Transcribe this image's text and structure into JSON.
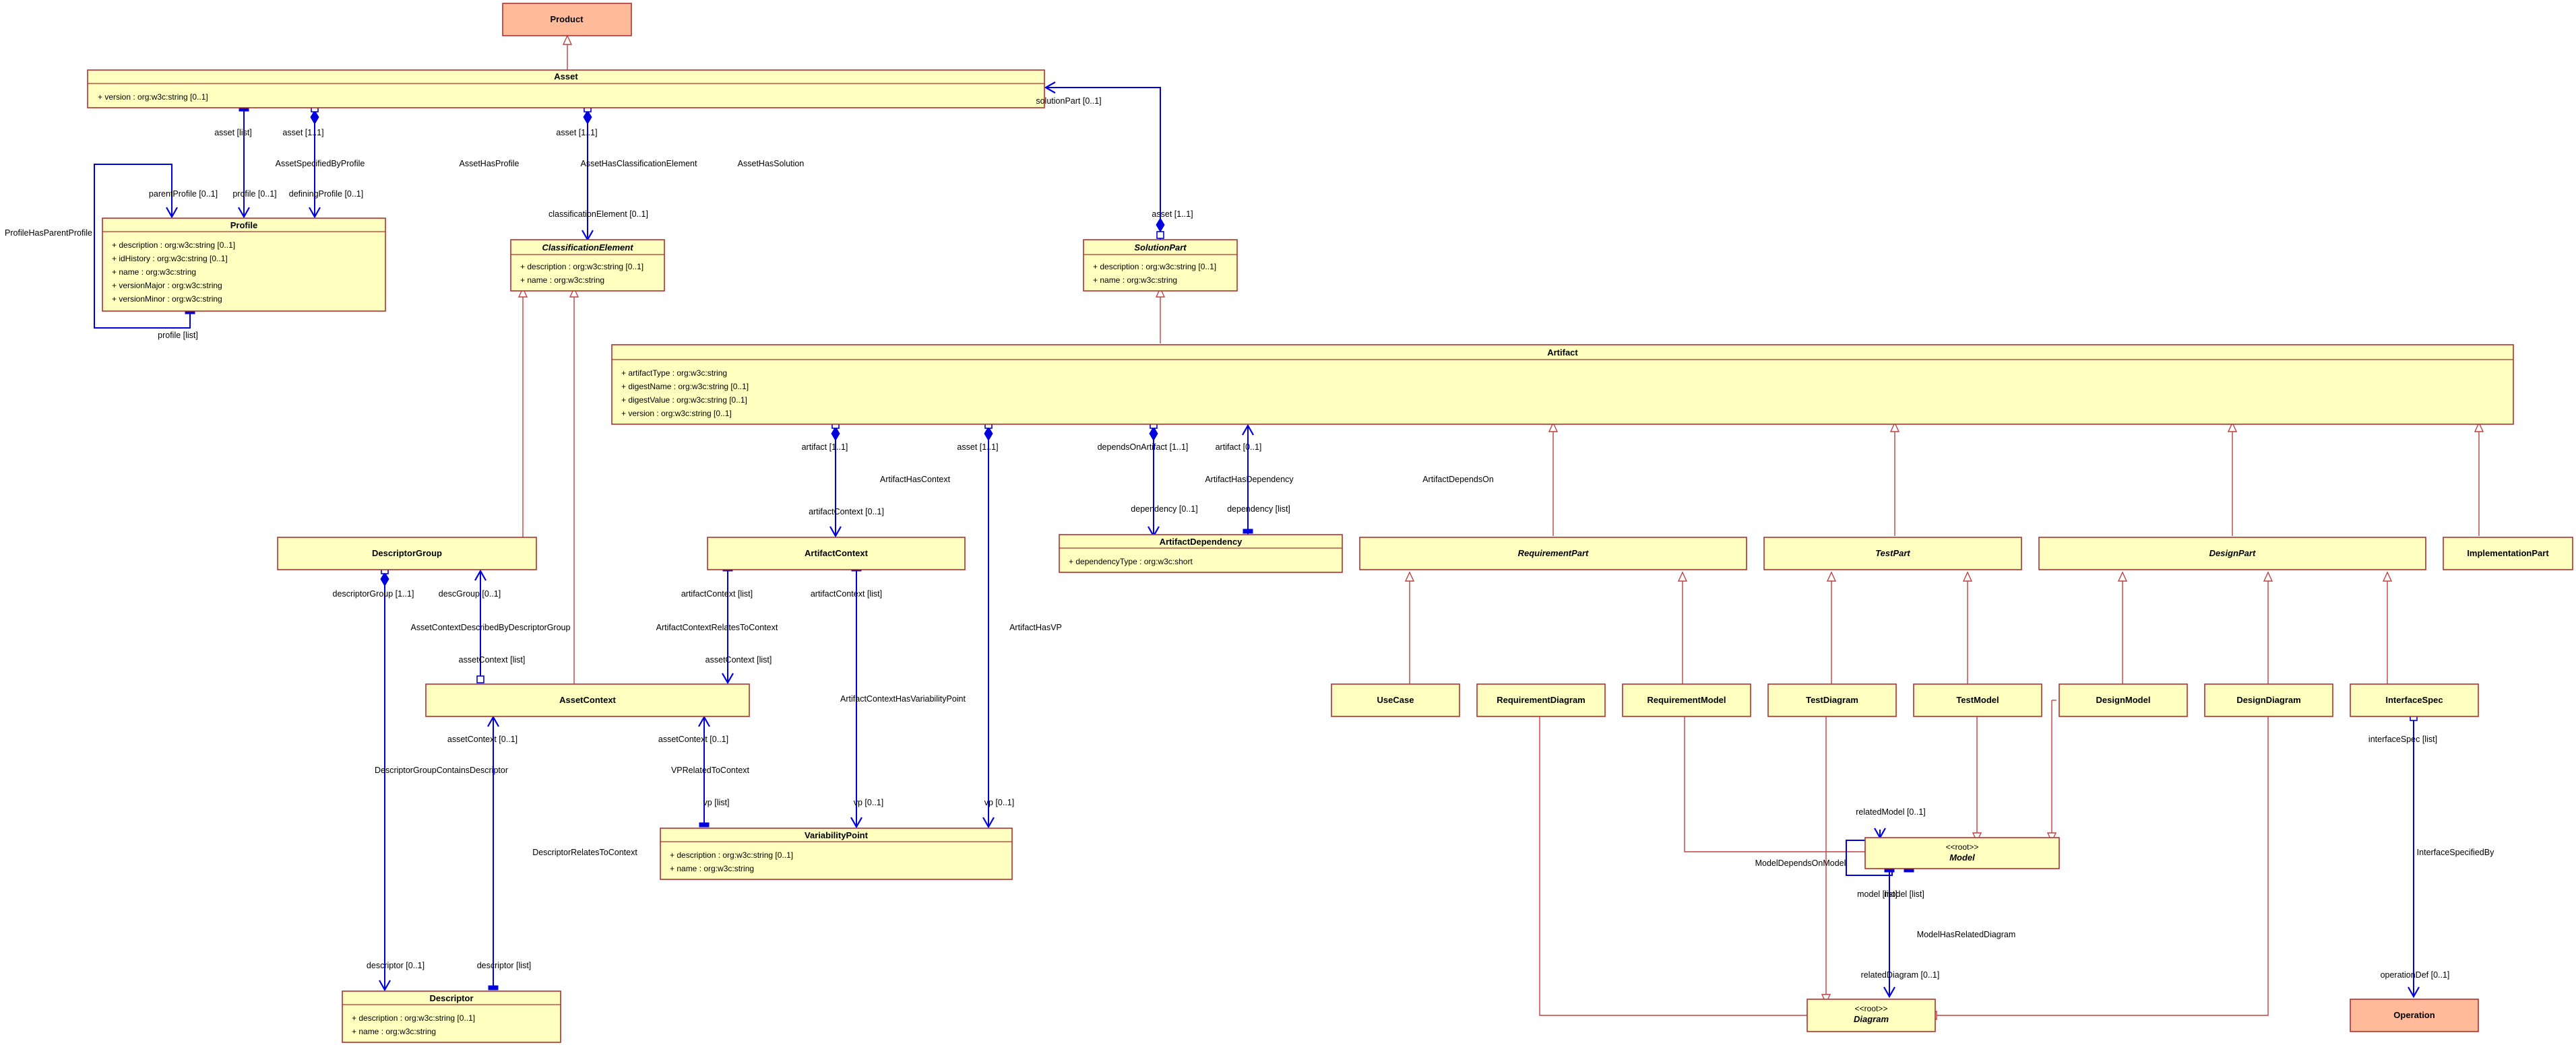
{
  "classes": {
    "product": {
      "name": "Product"
    },
    "asset": {
      "name": "Asset",
      "attrs": [
        "+ version : org:w3c:string [0..1]"
      ]
    },
    "profile": {
      "name": "Profile",
      "attrs": [
        "+ description : org:w3c:string [0..1]",
        "+ idHistory : org:w3c:string [0..1]",
        "+ name : org:w3c:string",
        "+ versionMajor : org:w3c:string",
        "+ versionMinor : org:w3c:string"
      ]
    },
    "classificationElement": {
      "name": "ClassificationElement",
      "attrs": [
        "+ description : org:w3c:string [0..1]",
        "+ name : org:w3c:string"
      ]
    },
    "solutionPart": {
      "name": "SolutionPart",
      "attrs": [
        "+ description : org:w3c:string [0..1]",
        "+ name : org:w3c:string"
      ]
    },
    "artifact": {
      "name": "Artifact",
      "attrs": [
        "+ artifactType : org:w3c:string",
        "+ digestName : org:w3c:string [0..1]",
        "+ digestValue : org:w3c:string [0..1]",
        "+ version : org:w3c:string [0..1]"
      ]
    },
    "descriptorGroup": {
      "name": "DescriptorGroup"
    },
    "artifactContext": {
      "name": "ArtifactContext"
    },
    "artifactDependency": {
      "name": "ArtifactDependency",
      "attrs": [
        "+ dependencyType : org:w3c:short"
      ]
    },
    "requirementPart": {
      "name": "RequirementPart"
    },
    "testPart": {
      "name": "TestPart"
    },
    "designPart": {
      "name": "DesignPart"
    },
    "implementationPart": {
      "name": "ImplementationPart"
    },
    "assetContext": {
      "name": "AssetContext"
    },
    "useCase": {
      "name": "UseCase"
    },
    "requirementDiagram": {
      "name": "RequirementDiagram"
    },
    "requirementModel": {
      "name": "RequirementModel"
    },
    "testDiagram": {
      "name": "TestDiagram"
    },
    "testModel": {
      "name": "TestModel"
    },
    "designModel": {
      "name": "DesignModel"
    },
    "designDiagram": {
      "name": "DesignDiagram"
    },
    "interfaceSpec": {
      "name": "InterfaceSpec"
    },
    "variabilityPoint": {
      "name": "VariabilityPoint",
      "attrs": [
        "+ description : org:w3c:string [0..1]",
        "+ name : org:w3c:string"
      ]
    },
    "model": {
      "name": "Model",
      "stereotype": "<<root>>"
    },
    "descriptor": {
      "name": "Descriptor",
      "attrs": [
        "+ description : org:w3c:string [0..1]",
        "+ name : org:w3c:string"
      ]
    },
    "diagram": {
      "name": "Diagram",
      "stereotype": "<<root>>"
    },
    "operation": {
      "name": "Operation"
    }
  },
  "associations": {
    "assetSpecifiedByProfile": "AssetSpecifiedByProfile",
    "assetHasProfile": "AssetHasProfile",
    "assetHasClassificationElement": "AssetHasClassificationElement",
    "assetHasSolution": "AssetHasSolution",
    "profileHasParentProfile": "ProfileHasParentProfile",
    "artifactHasContext": "ArtifactHasContext",
    "artifactHasDependency": "ArtifactHasDependency",
    "artifactDependsOn": "ArtifactDependsOn",
    "artifactHasVP": "ArtifactHasVP",
    "assetContextDescribedByDescriptorGroup": "AssetContextDescribedByDescriptorGroup",
    "artifactContextRelatesToContext": "ArtifactContextRelatesToContext",
    "artifactContextHasVariabilityPoint": "ArtifactContextHasVariabilityPoint",
    "descriptorGroupContainsDescriptor": "DescriptorGroupContainsDescriptor",
    "vpRelatedToContext": "VPRelatedToContext",
    "descriptorRelatesToContext": "DescriptorRelatesToContext",
    "modelDependsOnModel": "ModelDependsOnModel",
    "modelHasRelatedDiagram": "ModelHasRelatedDiagram",
    "interfaceSpecifiedBy": "InterfaceSpecifiedBy"
  },
  "roles": {
    "assetList": "asset [list]",
    "asset11a": "asset [1..1]",
    "asset11b": "asset [1..1]",
    "solutionPart01": "solutionPart [0..1]",
    "parentProfile01": "parentProfile [0..1]",
    "profile01": "profile [0..1]",
    "definingProfile01": "definingProfile [0..1]",
    "classificationElement01": "classificationElement [0..1]",
    "asset11c": "asset [1..1]",
    "profileList": "profile [list]",
    "artifact11": "artifact [1..1]",
    "asset11d": "asset [1..1]",
    "dependsOnArtifact11": "dependsOnArtifact [1..1]",
    "artifact01": "artifact [0..1]",
    "artifactContext01": "artifactContext [0..1]",
    "dependency01": "dependency [0..1]",
    "dependencyList": "dependency [list]",
    "descriptorGroup11": "descriptorGroup [1..1]",
    "descGroup01": "descGroup [0..1]",
    "artifactContextList1": "artifactContext [list]",
    "artifactContextList2": "artifactContext [list]",
    "assetContextList1": "assetContext [list]",
    "assetContextList2": "assetContext [list]",
    "assetContext01a": "assetContext [0..1]",
    "assetContext01b": "assetContext [0..1]",
    "vpList": "vp [list]",
    "vp01a": "vp [0..1]",
    "vp01b": "vp [0..1]",
    "relatedModel01": "relatedModel [0..1]",
    "modelList": "model [list]",
    "modelList2": "model [list]",
    "relatedDiagram01": "relatedDiagram [0..1]",
    "interfaceSpecList": "interfaceSpec [list]",
    "operationDef01": "operationDef [0..1]",
    "descriptor01": "descriptor [0..1]",
    "descriptorList": "descriptor [list]"
  }
}
